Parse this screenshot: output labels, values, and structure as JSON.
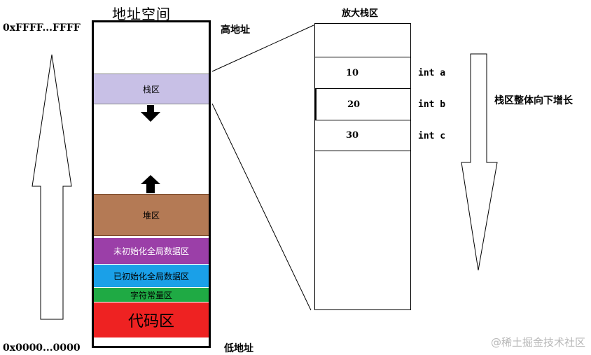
{
  "title": "地址空间",
  "zoom_title": "放大栈区",
  "addresses": {
    "top_hex": "0xFFFF...FFFF",
    "bottom_hex": "0x0000...0000",
    "high_label": "高地址",
    "low_label": "低地址"
  },
  "segments": {
    "stack": "栈区",
    "heap": "堆区",
    "bss": "未初始化全局数据区",
    "data": "已初始化全局数据区",
    "rodata": "字符常量区",
    "text": "代码区"
  },
  "stack_cells": [
    {
      "value": "10",
      "var": "int a"
    },
    {
      "value": "20",
      "var": "int b"
    },
    {
      "value": "30",
      "var": "int c"
    }
  ],
  "growth_note": "栈区整体向下增长",
  "watermark": "@稀土掘金技术社区",
  "colors": {
    "stack": "#c8c0e6",
    "heap": "#b47a55",
    "bss": "#9b3fa8",
    "data": "#1aa0e8",
    "rodata": "#1faa44",
    "text": "#ee2222"
  }
}
